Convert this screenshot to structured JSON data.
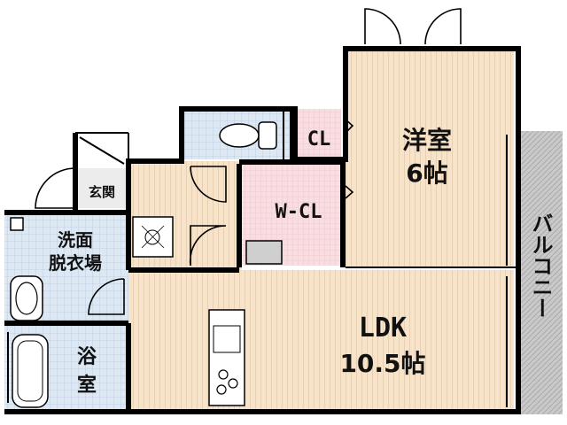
{
  "colors": {
    "wood": "#f7e3c9",
    "tile": "#dde8f3",
    "closet": "#f8dde1",
    "balcony": "#c9c9c9",
    "wall": "#000000"
  },
  "rooms": {
    "western": {
      "name": "洋室",
      "size": "6帖"
    },
    "ldk": {
      "name": "LDK",
      "size": "10.5帖"
    },
    "wcl": {
      "name": "W-CL"
    },
    "cl": {
      "name": "CL"
    },
    "entrance": {
      "name": "玄関"
    },
    "washroom": {
      "line1": "洗面",
      "line2": "脱衣場"
    },
    "bath": {
      "line1": "浴",
      "line2": "室"
    },
    "balcony": {
      "name": "バルコニー"
    }
  }
}
